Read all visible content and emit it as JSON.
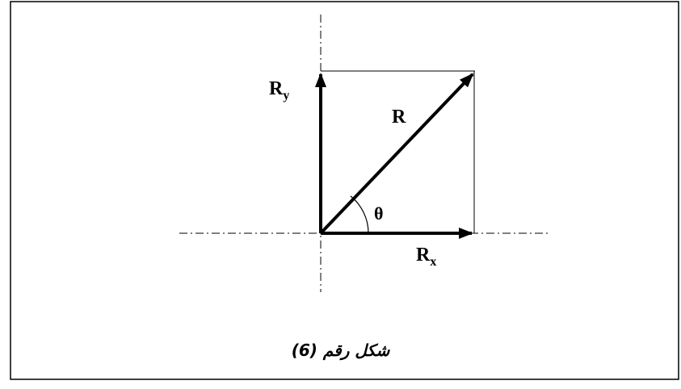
{
  "diagram": {
    "labels": {
      "resultant": "R",
      "x_main": "R",
      "x_sub": "x",
      "y_main": "R",
      "y_sub": "y",
      "angle": "θ"
    },
    "caption": "شكل رقم (6)",
    "colors": {
      "line": "#000000",
      "background": "#ffffff"
    }
  }
}
